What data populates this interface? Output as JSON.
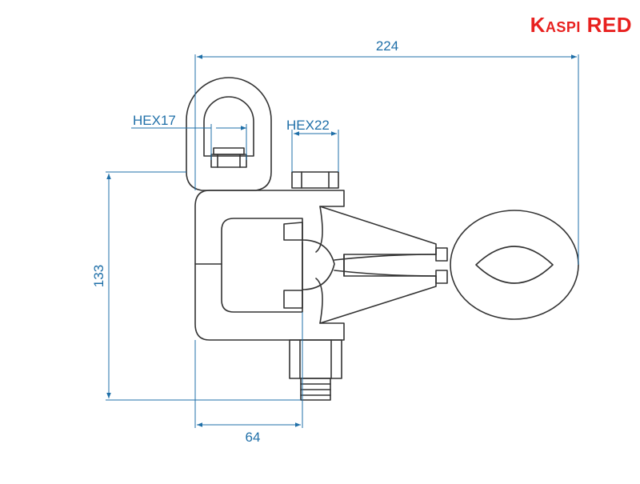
{
  "brand": {
    "text_part1": "Kaspi",
    "text_part2": "RED",
    "color": "#e8211f"
  },
  "colors": {
    "dimension": "#1f6fa8",
    "outline": "#333333"
  },
  "dimensions": {
    "overall_width": "224",
    "height": "133",
    "base_width": "64",
    "hex_small": "HEX17",
    "hex_large": "HEX22"
  }
}
